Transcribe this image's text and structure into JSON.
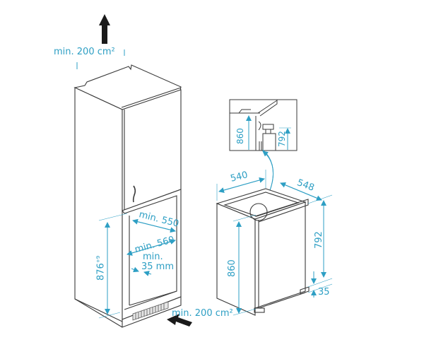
{
  "colors": {
    "dimension": "#2e9fc4",
    "outline": "#3a3a3a",
    "arrow": "#1a1a1a",
    "background": "#ffffff"
  },
  "cabinet": {
    "top_vent_label": "min. 200 cm²",
    "bottom_vent_label": "min. 200 cm²",
    "niche_depth_label": "min. 550",
    "niche_width_label": "min. 560",
    "min_gap_label_line1": "min.",
    "min_gap_label_line2": "35 mm",
    "niche_height_label": "876",
    "niche_height_tolerance": "+9",
    "airflow_top_icon": "arrow-up-icon",
    "airflow_bottom_icon": "arrow-in-icon"
  },
  "detail_inset": {
    "height_a": "860",
    "height_b": "792"
  },
  "appliance": {
    "width_label": "540",
    "depth_label": "548",
    "height_label": "860",
    "door_height_label": "792",
    "base_label": "35"
  }
}
